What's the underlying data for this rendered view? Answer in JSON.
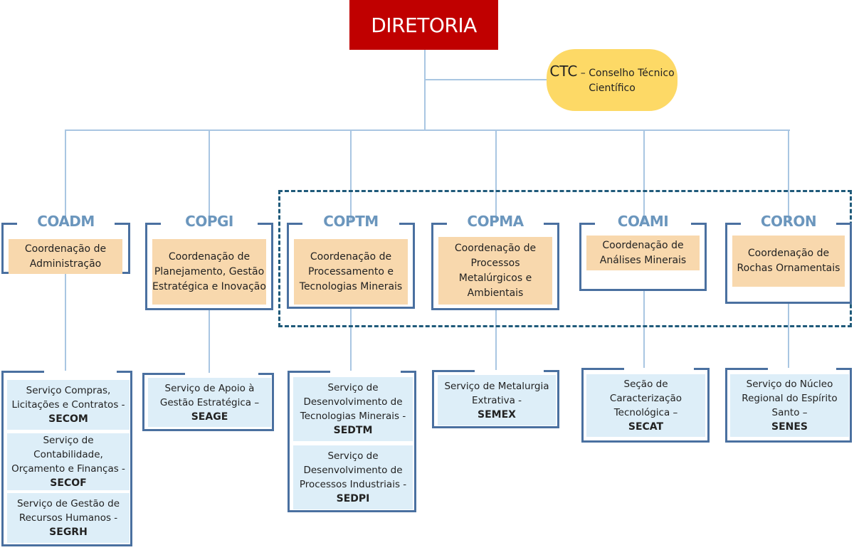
{
  "diretoria": "DIRETORIA",
  "ctc": {
    "abbr": "CTC",
    "name": "– Conselho Técnico Científico"
  },
  "colors": {
    "diretoria": "#c00000",
    "ctc": "#fdd966",
    "coordination_fill": "#f8d8ad",
    "service_fill": "#ddeef8",
    "bracket": "#4a70a0",
    "dashed_group": "#1f5a7a",
    "connector": "#a9c6e2"
  },
  "coordinations": [
    {
      "code": "COADM",
      "name": "Coordenação de Administração",
      "services": [
        {
          "name": "Serviço Compras, Licitações e Contratos -",
          "code": "SECOM"
        },
        {
          "name": "Serviço de Contabilidade, Orçamento e Finanças -",
          "code": "SECOF"
        },
        {
          "name": "Serviço de Gestão de Recursos Humanos -",
          "code": "SEGRH"
        }
      ]
    },
    {
      "code": "COPGI",
      "name": "Coordenação de Planejamento, Gestão Estratégica e Inovação",
      "services": [
        {
          "name": "Serviço de Apoio à Gestão Estratégica –",
          "code": "SEAGE"
        }
      ]
    },
    {
      "code": "COPTM",
      "name": "Coordenação de Processamento e Tecnologias Minerais",
      "services": [
        {
          "name": "Serviço de Desenvolvimento de Tecnologias Minerais -",
          "code": "SEDTM"
        },
        {
          "name": "Serviço de Desenvolvimento de Processos Industriais -",
          "code": "SEDPI"
        }
      ]
    },
    {
      "code": "COPMA",
      "name": "Coordenação de Processos Metalúrgicos e Ambientais",
      "services": [
        {
          "name": "Serviço de Metalurgia Extrativa -",
          "code": "SEMEX"
        }
      ]
    },
    {
      "code": "COAMI",
      "name": "Coordenação de Análises Minerais",
      "services": [
        {
          "name": "Seção de Caracterização Tecnológica –",
          "code": "SECAT"
        }
      ]
    },
    {
      "code": "CORON",
      "name": "Coordenação de Rochas Ornamentais",
      "services": [
        {
          "name": "Serviço do Núcleo Regional do Espírito Santo –",
          "code": "SENES"
        }
      ]
    }
  ]
}
